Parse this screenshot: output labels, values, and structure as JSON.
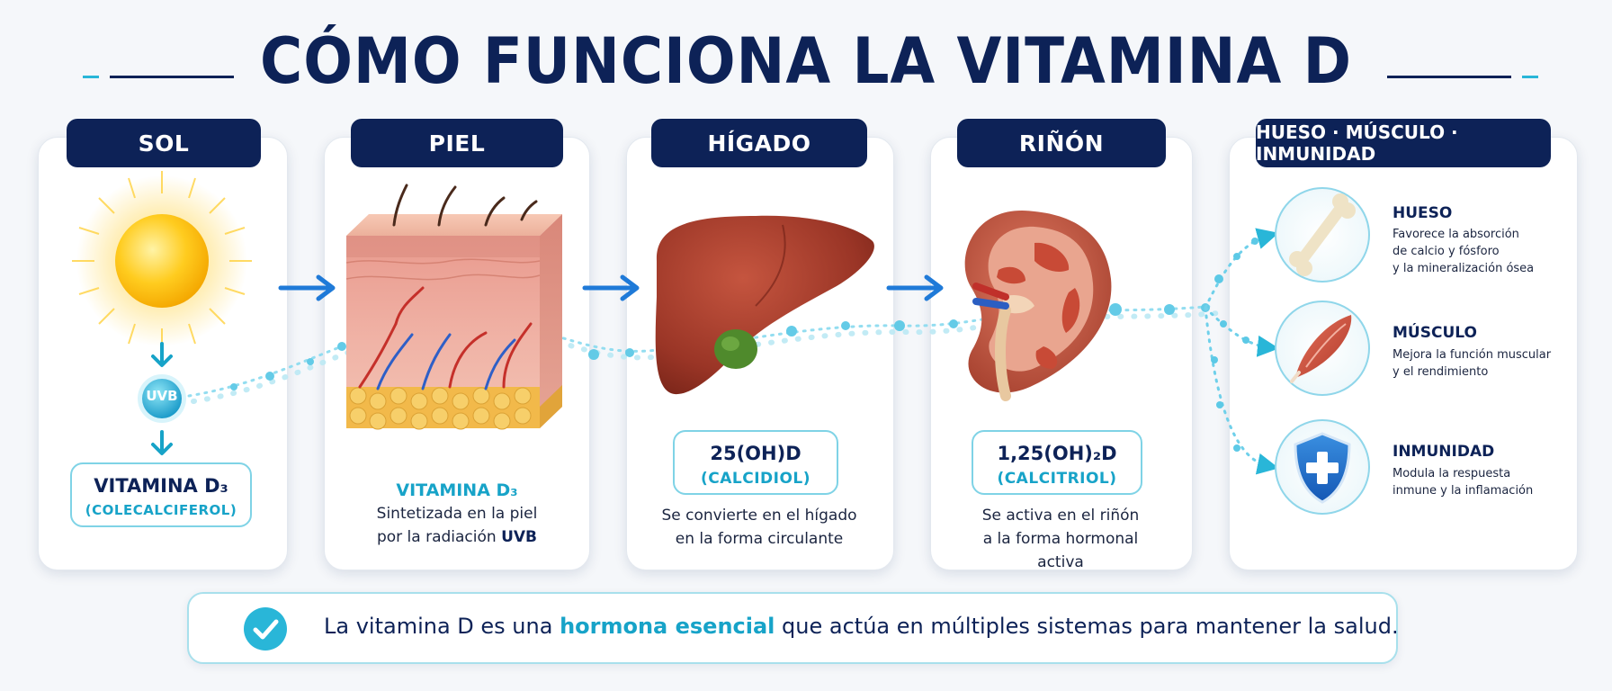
{
  "title": "CÓMO FUNCIONA LA VITAMINA D",
  "stages": {
    "sol": {
      "label": "SOL",
      "uvb": "UVB",
      "box_main": "VITAMINA D₃",
      "box_sub": "(COLECALCIFEROL)"
    },
    "piel": {
      "label": "PIEL",
      "caption_head": "VITAMINA D₃",
      "caption_line1": "Sintetizada en la piel",
      "caption_line2_pre": "por la radiación ",
      "caption_line2_bold": "UVB"
    },
    "higado": {
      "label": "HÍGADO",
      "box_main": "25(OH)D",
      "box_sub": "(CALCIDIOL)",
      "caption_line1": "Se convierte en el hígado",
      "caption_line2": "en la forma circulante"
    },
    "rinon": {
      "label": "RIÑÓN",
      "box_main": "1,25(OH)₂D",
      "box_sub": "(CALCITRIOL)",
      "caption_line1": "Se activa en el riñón",
      "caption_line2": "a la forma hormonal",
      "caption_line3": "activa"
    },
    "efectos": {
      "label": "HUESO · MÚSCULO · INMUNIDAD",
      "items": [
        {
          "title": "HUESO",
          "line1": "Favorece la absorción",
          "line2": "de calcio y fósforo",
          "line3": "y la mineralización ósea"
        },
        {
          "title": "MÚSCULO",
          "line1": "Mejora la función muscular",
          "line2": "y el rendimiento"
        },
        {
          "title": "INMUNIDAD",
          "line1": "Modula la respuesta",
          "line2": "inmune y la inflamación"
        }
      ]
    }
  },
  "footer": {
    "pre": "La vitamina D es una ",
    "highlight": "hormona esencial",
    "post": " que actúa en múltiples sistemas para mantener la salud."
  },
  "colors": {
    "navy": "#0d2257",
    "cyan": "#17a3c8",
    "arrow_blue": "#1f7ad8"
  }
}
